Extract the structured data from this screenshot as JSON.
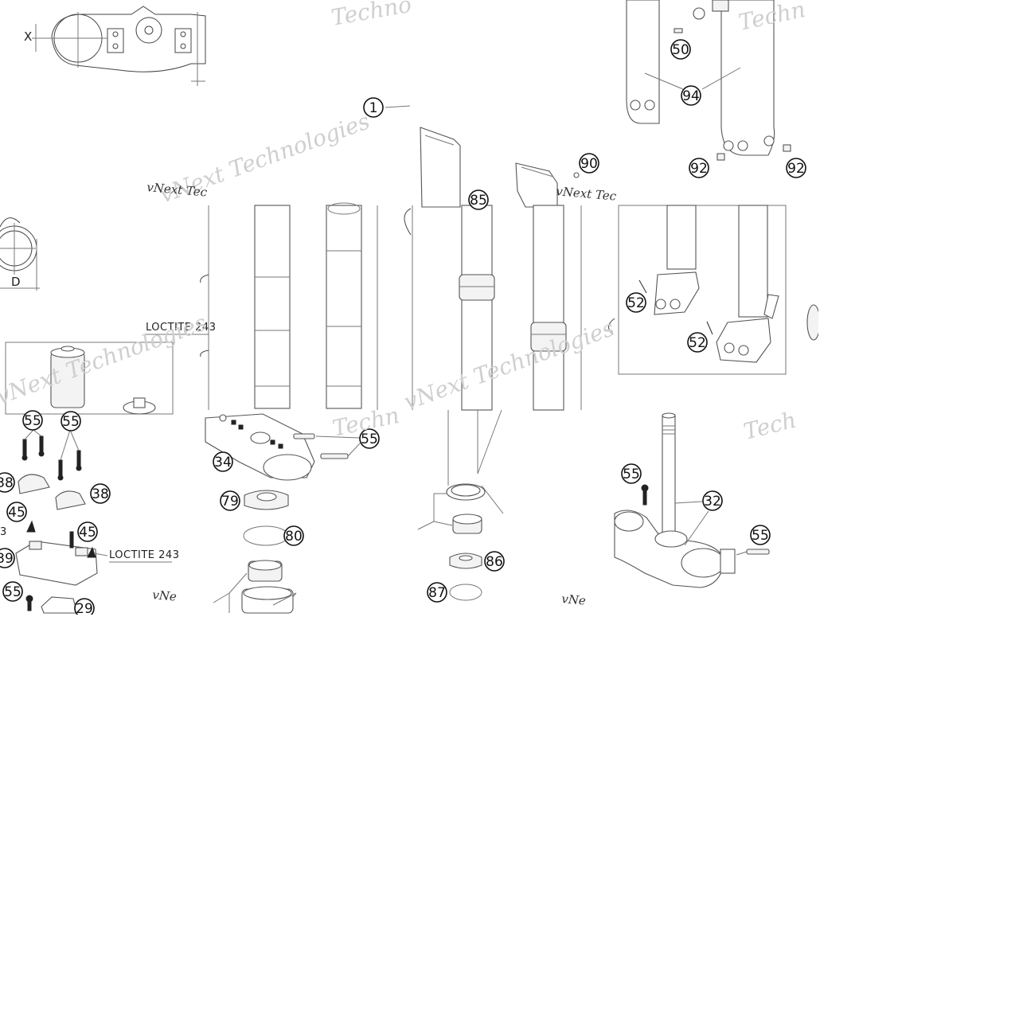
{
  "callouts": [
    "1",
    "90",
    "85",
    "94",
    "50",
    "92",
    "92",
    "55",
    "55",
    "38",
    "38",
    "45",
    "45",
    "39",
    "55",
    "29",
    "34",
    "79",
    "80",
    "55",
    "86",
    "87",
    "52",
    "52",
    "55",
    "32",
    "55"
  ],
  "labels": {
    "loctite_1": "LOCTITE 243",
    "loctite_2": "LOCTITE 243",
    "dim_x": "X",
    "dim_d": "D"
  },
  "watermarks": {
    "brand": "vNext Technologies",
    "short_1": "Techno",
    "short_2": "Techn",
    "short_3": "Tech",
    "caption_1": "vNext Tec",
    "caption_2": "vNext Tec",
    "caption_3": "vNe"
  }
}
